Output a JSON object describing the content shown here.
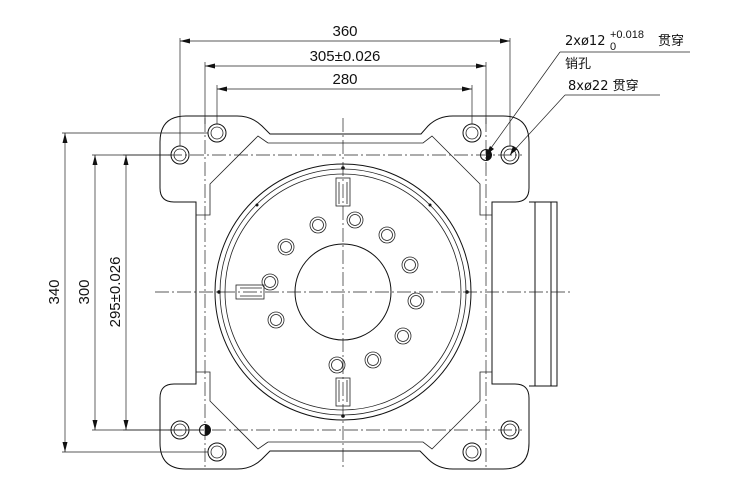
{
  "dimensions": {
    "top_overall": "360",
    "top_pin_spacing": "305±0.026",
    "top_hole_spacing": "280",
    "left_overall": "340",
    "left_hole_spacing": "300",
    "left_pin_spacing": "295±0.026"
  },
  "callouts": {
    "pin_hole_prefix": "2xø12",
    "pin_hole_tol_upper": "+0.018",
    "pin_hole_tol_lower": "0",
    "pin_hole_suffix": "贯穿",
    "pin_hole_name": "销孔",
    "through_hole": "8xø22 贯穿"
  },
  "colors": {
    "line": "#111111",
    "background": "#ffffff"
  }
}
